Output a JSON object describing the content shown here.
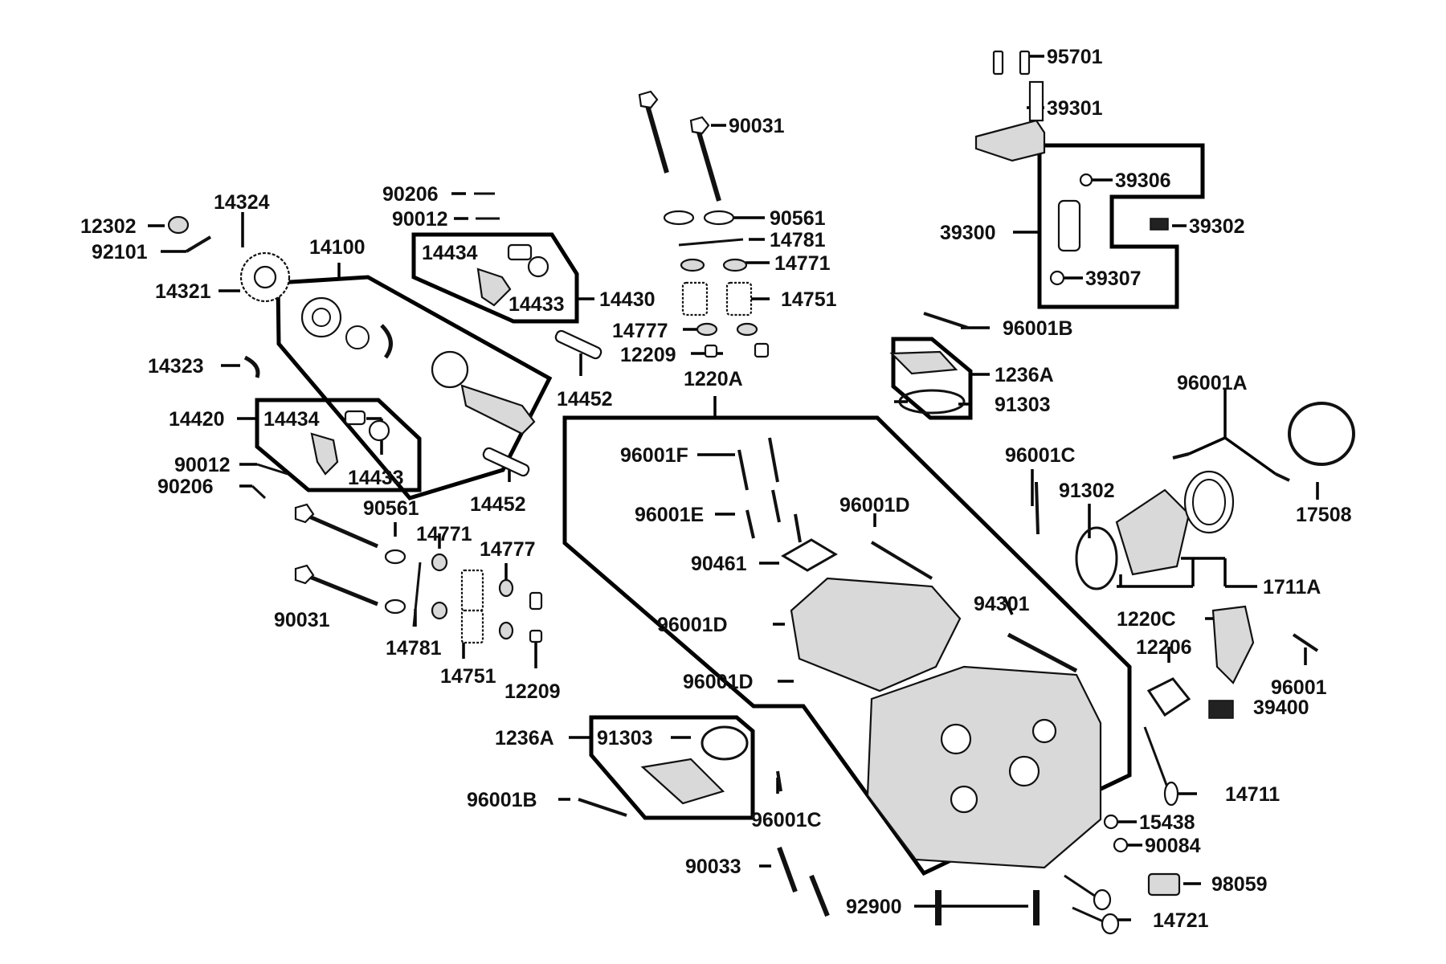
{
  "diagram": {
    "part_numbers": {
      "p95701": "95701",
      "p39301": "39301",
      "p90031_top": "90031",
      "p39306": "39306",
      "p39302": "39302",
      "p39300": "39300",
      "p39307": "39307",
      "p90206_top": "90206",
      "p90012_top": "90012",
      "p14324": "14324",
      "p12302": "12302",
      "p92101": "92101",
      "p14100": "14100",
      "p14321": "14321",
      "p14434_top": "14434",
      "p14433_top": "14433",
      "p14430": "14430",
      "p90561_top": "90561",
      "p14781_top": "14781",
      "p14771_top": "14771",
      "p14751_top": "14751",
      "p14777_top": "14777",
      "p12209_top": "12209",
      "p1220A": "1220A",
      "p96001B_top": "96001B",
      "p1236A_top": "1236A",
      "p91303_top": "91303",
      "p14323": "14323",
      "p14452_top": "14452",
      "p96001A": "96001A",
      "p14420": "14420",
      "p14434_mid": "14434",
      "p14433_mid": "14433",
      "p96001F": "96001F",
      "p96001C_right": "96001C",
      "p90012_mid": "90012",
      "p90206_mid": "90206",
      "p14452_mid": "14452",
      "p91302": "91302",
      "p17508": "17508",
      "p96001E": "96001E",
      "p96001D_top": "96001D",
      "p90561_mid": "90561",
      "p14771_mid": "14771",
      "p14777_mid": "14777",
      "p90461": "90461",
      "p1711A": "1711A",
      "p94301": "94301",
      "p90031_mid": "90031",
      "p96001D_mid": "96001D",
      "p1220C": "1220C",
      "p12206": "12206",
      "p14781_mid": "14781",
      "p14751_mid": "14751",
      "p96001D_low": "96001D",
      "p12209_mid": "12209",
      "p96001": "96001",
      "p39400": "39400",
      "p1236A_low": "1236A",
      "p91303_low": "91303",
      "p96001B_low": "96001B",
      "p96001C_low": "96001C",
      "p14711": "14711",
      "p15438": "15438",
      "p90084": "90084",
      "p90033": "90033",
      "p98059": "98059",
      "p92900": "92900",
      "p14721": "14721"
    }
  }
}
